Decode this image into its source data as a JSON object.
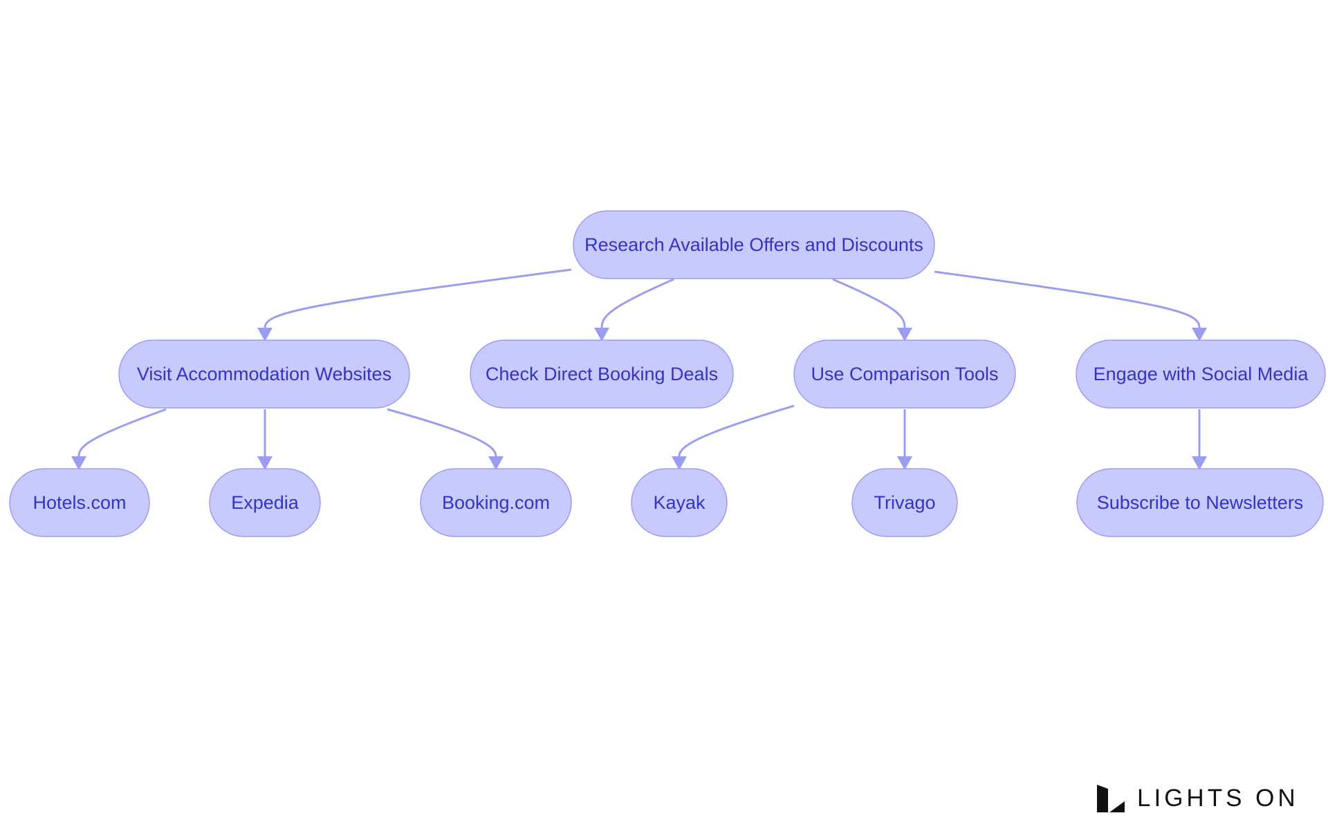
{
  "diagram": {
    "colors": {
      "node_fill": "#c8c9fc",
      "node_stroke": "#9b9df0",
      "text": "#3333c4",
      "edge": "#9b9df0"
    },
    "nodes": [
      {
        "id": "research",
        "label": "Research Available Offers and Discounts"
      },
      {
        "id": "visit",
        "label": "Visit Accommodation Websites"
      },
      {
        "id": "direct",
        "label": "Check Direct Booking Deals"
      },
      {
        "id": "compare",
        "label": "Use Comparison Tools"
      },
      {
        "id": "social",
        "label": "Engage with Social Media"
      },
      {
        "id": "hotels",
        "label": "Hotels.com"
      },
      {
        "id": "expedia",
        "label": "Expedia"
      },
      {
        "id": "booking",
        "label": "Booking.com"
      },
      {
        "id": "kayak",
        "label": "Kayak"
      },
      {
        "id": "trivago",
        "label": "Trivago"
      },
      {
        "id": "newsletters",
        "label": "Subscribe to Newsletters"
      }
    ],
    "edges": [
      {
        "from": "research",
        "to": "visit"
      },
      {
        "from": "research",
        "to": "direct"
      },
      {
        "from": "research",
        "to": "compare"
      },
      {
        "from": "research",
        "to": "social"
      },
      {
        "from": "visit",
        "to": "hotels"
      },
      {
        "from": "visit",
        "to": "expedia"
      },
      {
        "from": "visit",
        "to": "booking"
      },
      {
        "from": "compare",
        "to": "kayak"
      },
      {
        "from": "compare",
        "to": "trivago"
      },
      {
        "from": "social",
        "to": "newsletters"
      }
    ]
  },
  "brand": {
    "name": "LIGHTS ON",
    "logo_icon": "lights-on-logo-icon"
  }
}
